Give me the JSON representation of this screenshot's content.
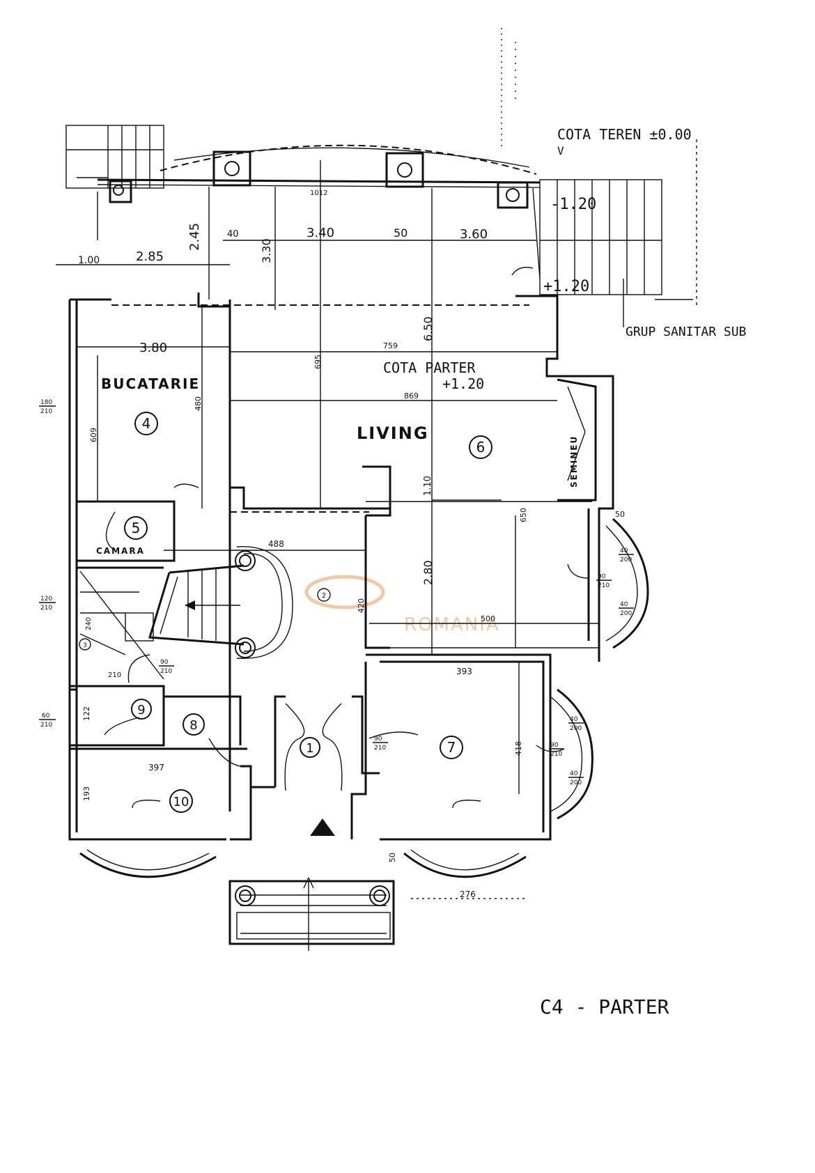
{
  "drawing": {
    "sheet_title": "C4 - PARTER",
    "ground_level": "COTA TEREN ±0.00",
    "ground_level_marker": "V",
    "floor_level_title": "COTA PARTER",
    "floor_level_value": "+1.20",
    "lower_level": "-1.20",
    "upper_level": "+1.20",
    "note": "GRUP SANITAR SUB",
    "watermark": "ROMANIA"
  },
  "rooms": [
    {
      "number": "1"
    },
    {
      "number": "2"
    },
    {
      "number": "3"
    },
    {
      "number": "4",
      "name": "BUCATARIE"
    },
    {
      "number": "5",
      "name": "CAMARA"
    },
    {
      "number": "6",
      "name": "LIVING"
    },
    {
      "number": "7"
    },
    {
      "number": "8"
    },
    {
      "number": "9"
    },
    {
      "number": "10"
    }
  ],
  "fireplace_label": "SEMINEU",
  "dimensions": {
    "d_1_00": "1.00",
    "d_2_85": "2.85",
    "d_2_45": "2.45",
    "d_40": "40",
    "d_3_30": "3.30",
    "d_3_40": "3.40",
    "d_50": "50",
    "d_3_60": "3.60",
    "d_1012": "1012",
    "d_6_50": "6.50",
    "d_3_80": "3.80",
    "d_759": "759",
    "d_695": "695",
    "d_869": "869",
    "d_480": "480",
    "d_609": "609",
    "d_1_10": "1.10",
    "d_650": "650",
    "d_488": "488",
    "d_2_80": "2.80",
    "d_420": "420",
    "d_500": "500",
    "d_393": "393",
    "d_418": "418",
    "d_397": "397",
    "d_122": "122",
    "d_193": "193",
    "d_276": "276",
    "d_50b": "50",
    "d_50c": "50",
    "d_210": "210",
    "d_240": "240"
  },
  "openings": [
    {
      "top": "180",
      "bottom": "210"
    },
    {
      "top": "120",
      "bottom": "210"
    },
    {
      "top": "60",
      "bottom": "210"
    },
    {
      "top": "90",
      "bottom": "210"
    },
    {
      "top": "90",
      "bottom": "210"
    },
    {
      "top": "90",
      "bottom": "210"
    },
    {
      "top": "90",
      "bottom": "210"
    },
    {
      "top": "40",
      "bottom": "200"
    },
    {
      "top": "40",
      "bottom": "200"
    },
    {
      "top": "40",
      "bottom": "200"
    },
    {
      "top": "40",
      "bottom": "200"
    }
  ]
}
